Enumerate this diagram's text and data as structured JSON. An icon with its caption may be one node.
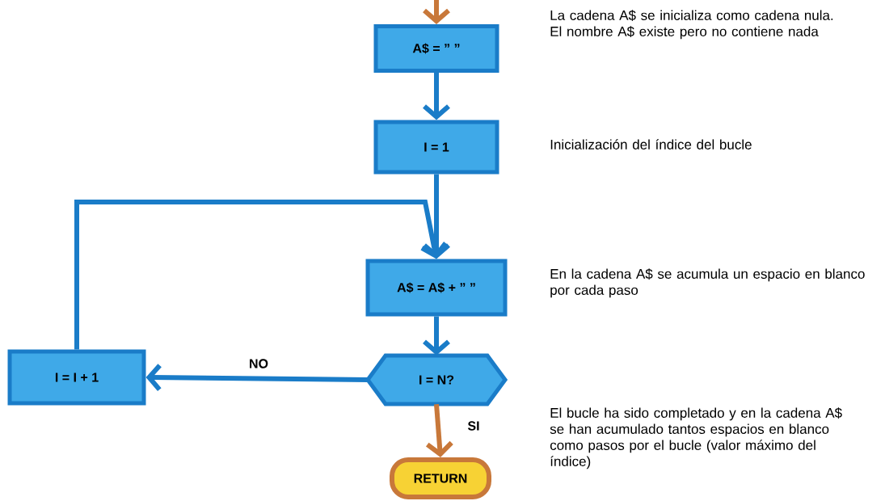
{
  "diagram": {
    "nodes": [
      {
        "text": [
          "A$ = ” ”"
        ]
      },
      {
        "text": [
          "I = 1"
        ]
      },
      {
        "text": [
          "A$ = A$ + ” ”"
        ]
      },
      {
        "text": [
          "I = N?"
        ]
      },
      {
        "text": [
          "I = I + 1"
        ]
      },
      {
        "text": [
          "RETURN"
        ]
      }
    ],
    "edges": [
      {
        "from": null,
        "to": 0,
        "arrow": "to",
        "color": "#c8783a"
      },
      {
        "from": 0,
        "to": 1,
        "arrow": "to"
      },
      {
        "from": 1,
        "to": 2,
        "arrow": "to"
      },
      {
        "from": 2,
        "to": 3,
        "arrow": "to"
      },
      {
        "from": 3,
        "to": 4,
        "arrow": "to",
        "label": "NO"
      },
      {
        "from": 4,
        "to": 2,
        "arrow": "to"
      },
      {
        "from": 3,
        "to": 5,
        "arrow": "to",
        "label": "SI",
        "color": "#c8783a"
      }
    ],
    "labels": [
      "La cadena A$ se inicializa como cadena nula. El nombre A$ existe pero no contiene nada",
      "Inicialización del índice del bucle",
      "En la cadena A$ se acumula un espacio en blanco por cada paso",
      "El bucle ha sido completado y en la cadena A$ se han acumulado tantos espacios en blanco como pasos por el bucle (valor máximo del índice)"
    ]
  }
}
